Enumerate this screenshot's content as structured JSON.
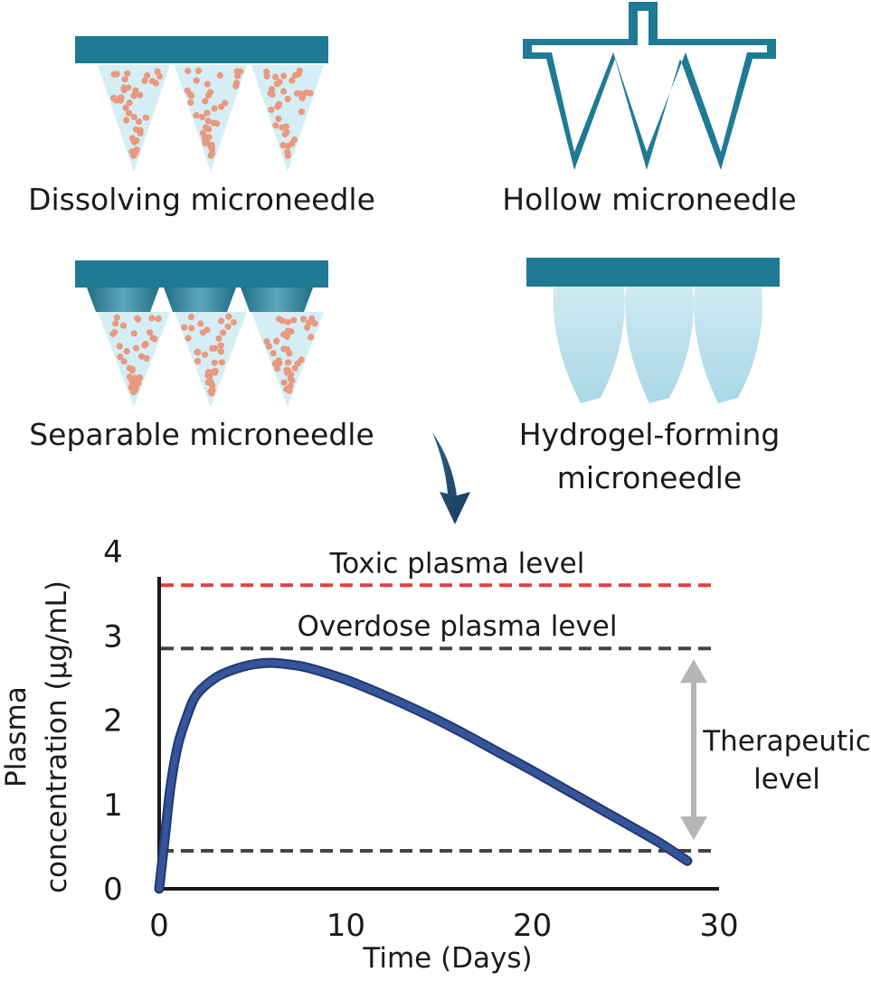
{
  "panels": {
    "dissolving": {
      "label": "Dissolving microneedle"
    },
    "hollow": {
      "label": "Hollow microneedle"
    },
    "separable": {
      "label": "Separable microneedle"
    },
    "hydrogel": {
      "label_line1": "Hydrogel-forming",
      "label_line2": "microneedle"
    }
  },
  "colors": {
    "base_plate": "#1f7a94",
    "particle": "#e8997f",
    "needle_fill": "#d5eef5",
    "hydrogel": "#bfe3ee",
    "curve": "#34559a",
    "toxic_line": "#e04040",
    "dashed_line": "#444444",
    "arrow": "#b5b5b5"
  },
  "chart_data": {
    "type": "line",
    "xlabel": "Time (Days)",
    "ylabel_line1": "Plasma",
    "ylabel_line2": "concentration (µg/mL)",
    "xlim": [
      0,
      30
    ],
    "ylim": [
      0,
      4
    ],
    "x_ticks": [
      "0",
      "10",
      "20",
      "30"
    ],
    "y_ticks": [
      "0",
      "1",
      "2",
      "3",
      "4"
    ],
    "series": [
      {
        "x": [
          0,
          0.3,
          0.6,
          1,
          1.5,
          2,
          3,
          4,
          5,
          6,
          7,
          8,
          10,
          12,
          14,
          16,
          18,
          20,
          22,
          24,
          26,
          27,
          28.3
        ],
        "y": [
          0,
          0.6,
          1.2,
          1.7,
          2.05,
          2.3,
          2.5,
          2.6,
          2.66,
          2.68,
          2.66,
          2.62,
          2.48,
          2.3,
          2.1,
          1.88,
          1.64,
          1.4,
          1.15,
          0.9,
          0.65,
          0.52,
          0.33
        ]
      }
    ],
    "reference_lines": [
      {
        "label": "Toxic plasma level",
        "y": 3.6
      },
      {
        "label": "Overdose plasma level",
        "y": 2.85
      },
      {
        "label": "",
        "y": 0.45
      }
    ],
    "range_annotation": {
      "label_line1": "Therapeutic",
      "label_line2": "level",
      "from": 0.45,
      "to": 2.85
    }
  }
}
